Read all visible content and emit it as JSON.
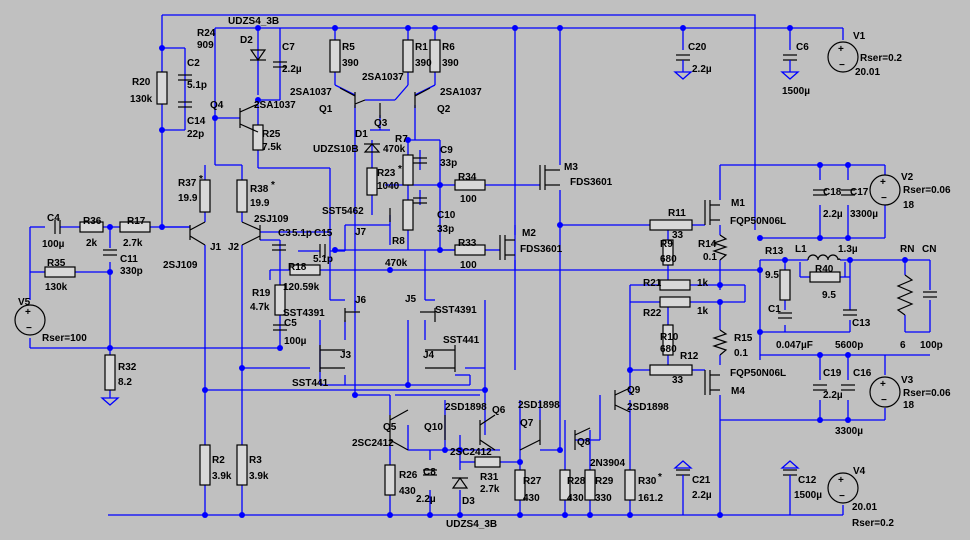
{
  "schematic": {
    "colors": {
      "background": "#c0c0c0",
      "wire": "#0000ff",
      "component": "#000000"
    },
    "components": [
      {
        "ref": "R24",
        "value": "909"
      },
      {
        "ref": "R20",
        "value": "130k"
      },
      {
        "ref": "C2",
        "value": "5.1p"
      },
      {
        "ref": "C14",
        "value": "22p"
      },
      {
        "ref": "Q4",
        "value": "2SA1037"
      },
      {
        "ref": "D2",
        "value": "UDZS4_3B"
      },
      {
        "ref": "C7",
        "value": "2.2µ"
      },
      {
        "ref": "R25",
        "value": "7.5k"
      },
      {
        "ref": "R5",
        "value": "390"
      },
      {
        "ref": "R1",
        "value": "390"
      },
      {
        "ref": "R6",
        "value": "390"
      },
      {
        "ref": "Q1",
        "value": "2SA1037"
      },
      {
        "ref": "Q2",
        "value": "2SA1037"
      },
      {
        "ref": "Q3",
        "value": "2SA1037"
      },
      {
        "ref": "D1",
        "value": "UDZS10B"
      },
      {
        "ref": "R7",
        "value": "470k"
      },
      {
        "ref": "C9",
        "value": "33p"
      },
      {
        "ref": "R23",
        "value": "1040"
      },
      {
        "ref": "C10",
        "value": "33p"
      },
      {
        "ref": "R8",
        "value": "470k"
      },
      {
        "ref": "J7",
        "value": "SST5462"
      },
      {
        "ref": "R34",
        "value": "100"
      },
      {
        "ref": "R33",
        "value": "100"
      },
      {
        "ref": "M3",
        "value": "FDS3601"
      },
      {
        "ref": "M2",
        "value": "FDS3601"
      },
      {
        "ref": "C20",
        "value": "2.2µ"
      },
      {
        "ref": "C6",
        "value": "1500µ"
      },
      {
        "ref": "V1",
        "value": "20.01"
      },
      {
        "ref": "M1",
        "value": "FQP50N06L"
      },
      {
        "ref": "R11",
        "value": "33"
      },
      {
        "ref": "R9",
        "value": "680"
      },
      {
        "ref": "R14",
        "value": "0.1"
      },
      {
        "ref": "C18",
        "value": "2.2µ"
      },
      {
        "ref": "C17",
        "value": "3300µ"
      },
      {
        "ref": "V2",
        "value": "18"
      },
      {
        "ref": "R13",
        "value": "9.5"
      },
      {
        "ref": "L1",
        "value": "1.3µ"
      },
      {
        "ref": "R40",
        "value": "9.5"
      },
      {
        "ref": "C1",
        "value": "0.047µF"
      },
      {
        "ref": "C13",
        "value": "5600p"
      },
      {
        "ref": "RN",
        "value": "6"
      },
      {
        "ref": "CN",
        "value": "100p"
      },
      {
        "ref": "R21",
        "value": "1k"
      },
      {
        "ref": "R22",
        "value": "1k"
      },
      {
        "ref": "R10",
        "value": "680"
      },
      {
        "ref": "R15",
        "value": "0.1"
      },
      {
        "ref": "R12",
        "value": "33"
      },
      {
        "ref": "M4",
        "value": "FQP50N06L"
      },
      {
        "ref": "C19",
        "value": "2.2µ"
      },
      {
        "ref": "C16",
        "value": "3300µ"
      },
      {
        "ref": "V3",
        "value": "18"
      },
      {
        "ref": "C4",
        "value": "100µ"
      },
      {
        "ref": "R36",
        "value": "2k"
      },
      {
        "ref": "R17",
        "value": "2.7k"
      },
      {
        "ref": "R35",
        "value": "130k"
      },
      {
        "ref": "C11",
        "value": "330p"
      },
      {
        "ref": "V5",
        "value": ""
      },
      {
        "ref": "R32",
        "value": "8.2"
      },
      {
        "ref": "R37",
        "value": "19.9"
      },
      {
        "ref": "R38",
        "value": "19.9"
      },
      {
        "ref": "J1",
        "value": "2SJ109"
      },
      {
        "ref": "J2",
        "value": "2SJ109"
      },
      {
        "ref": "C3",
        "value": "5.1p"
      },
      {
        "ref": "C15",
        "value": "5.1p"
      },
      {
        "ref": "R18",
        "value": "120.59k"
      },
      {
        "ref": "R19",
        "value": "4.7k"
      },
      {
        "ref": "C5",
        "value": "100µ"
      },
      {
        "ref": "J6",
        "value": "SST4391"
      },
      {
        "ref": "J5",
        "value": "SST4391"
      },
      {
        "ref": "J3",
        "value": "SST441"
      },
      {
        "ref": "J4",
        "value": "SST441"
      },
      {
        "ref": "R2",
        "value": "3.9k"
      },
      {
        "ref": "R3",
        "value": "3.9k"
      },
      {
        "ref": "Q5",
        "value": "2SC2412"
      },
      {
        "ref": "Q10",
        "value": "2SD1898"
      },
      {
        "ref": "Q6",
        "value": "2SC2412"
      },
      {
        "ref": "Q7",
        "value": "2SD1898"
      },
      {
        "ref": "Q8",
        "value": "2N3904"
      },
      {
        "ref": "Q9",
        "value": "2SD1898"
      },
      {
        "ref": "R26",
        "value": "430"
      },
      {
        "ref": "C8",
        "value": "2.2µ"
      },
      {
        "ref": "R31",
        "value": "2.7k"
      },
      {
        "ref": "D3",
        "value": "UDZS4_3B"
      },
      {
        "ref": "R27",
        "value": "430"
      },
      {
        "ref": "R28",
        "value": "430"
      },
      {
        "ref": "R29",
        "value": "330"
      },
      {
        "ref": "R30",
        "value": "161.2"
      },
      {
        "ref": "C21",
        "value": "2.2µ"
      },
      {
        "ref": "C12",
        "value": "1500µ"
      },
      {
        "ref": "V4",
        "value": "20.01"
      }
    ],
    "rser": {
      "v1": "Rser=0.2",
      "v2": "Rser=0.06",
      "v3": "Rser=0.06",
      "v4": "Rser=0.2",
      "v5": "Rser=100"
    },
    "extra_labels": {
      "r37_star": "*",
      "r38_star": "*",
      "r23_star": "*",
      "r30_star": "*"
    }
  }
}
